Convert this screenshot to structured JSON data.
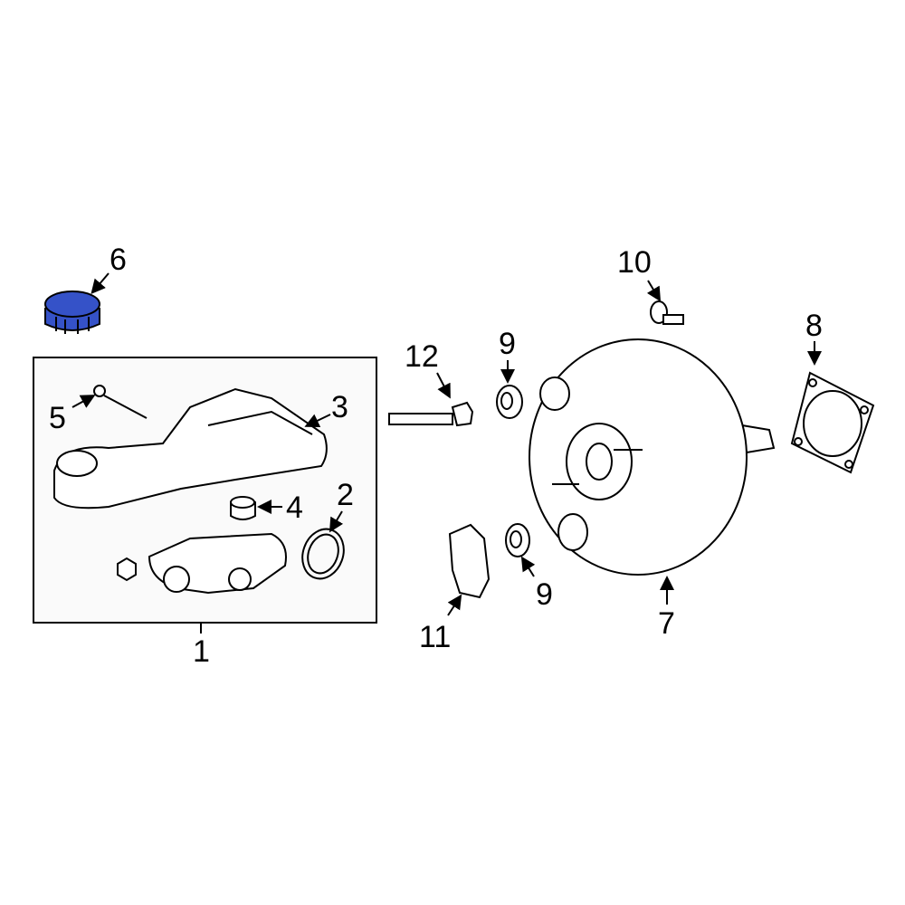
{
  "colors": {
    "highlight": "#3552c8",
    "line": "#000000",
    "group_box_fill": "#fafafa"
  },
  "callouts": {
    "c1": "1",
    "c2": "2",
    "c3": "3",
    "c4": "4",
    "c5": "5",
    "c6": "6",
    "c7": "7",
    "c8": "8",
    "c9a": "9",
    "c9b": "9",
    "c10": "10",
    "c11": "11",
    "c12": "12"
  }
}
